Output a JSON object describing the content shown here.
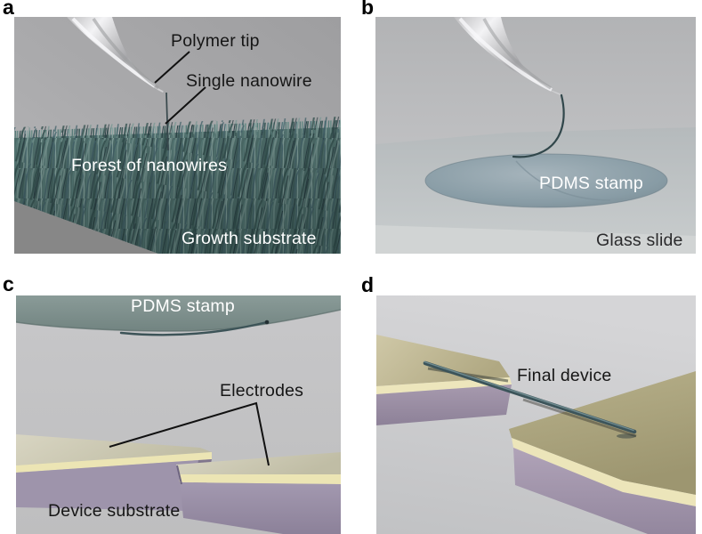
{
  "figure": {
    "description": "Four-panel 3D schematic of single-nanowire pick-and-place device fabrication",
    "background": "#ffffff"
  },
  "panels": {
    "a": {
      "letter": "a",
      "labels": {
        "polymer_tip": "Polymer tip",
        "single_nanowire": "Single nanowire",
        "forest": "Forest of nanowires",
        "growth_substrate": "Growth substrate"
      }
    },
    "b": {
      "letter": "b",
      "labels": {
        "pdms_stamp": "PDMS stamp",
        "glass_slide": "Glass slide"
      }
    },
    "c": {
      "letter": "c",
      "labels": {
        "pdms_stamp": "PDMS stamp",
        "electrodes": "Electrodes",
        "device_substrate": "Device substrate"
      }
    },
    "d": {
      "letter": "d",
      "labels": {
        "final_device": "Final device"
      }
    }
  },
  "colors": {
    "nanowire": "#35494d",
    "forest_teal": "#50706d",
    "pdms_stamp": "#7e918e",
    "electrode_gold_edge": "#ece5b4",
    "electrode_top": "#c9c6b0",
    "substrate_lavender": "#9c92a9",
    "growth_substrate_gray": "#8e8e8e",
    "polymer_tip_silver": "#d8d8da",
    "label_dark": "#161616",
    "label_light": "#ffffff"
  }
}
